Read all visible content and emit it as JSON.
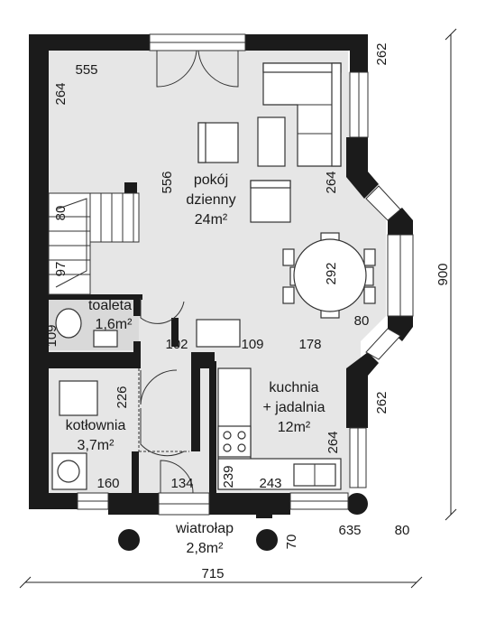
{
  "rooms": {
    "living": {
      "name_line1": "pokój",
      "name_line2": "dzienny",
      "area": "24m²"
    },
    "toilet": {
      "name": "toaleta",
      "area": "1,6m²"
    },
    "boiler": {
      "name": "kotłownia",
      "area": "3,7m²"
    },
    "kitchen": {
      "name_line1": "kuchnia",
      "name_line2": "+ jadalnia",
      "area": "12m²"
    },
    "vestibule": {
      "name": "wiatrołap",
      "area": "2,8m²"
    }
  },
  "dimensions": {
    "d555": "555",
    "d262_top": "262",
    "d264_left": "264",
    "d556": "556",
    "d264_bay_top": "264",
    "d80_stairs": "80",
    "d97": "97",
    "d292": "292",
    "d80_bay": "80",
    "d109_toilet": "109",
    "d102": "102",
    "d109_mid": "109",
    "d178": "178",
    "d226": "226",
    "d262_right": "262",
    "d264_kitchen": "264",
    "d160": "160",
    "d134": "134",
    "d239": "239",
    "d243": "243",
    "d635": "635",
    "d80_bottom": "80",
    "d70": "70",
    "d715": "715",
    "d900": "900"
  },
  "colors": {
    "wall": "#1b1b1b",
    "floor": "#e6e6e6",
    "toilet_floor": "#d9d9d9",
    "background": "#ffffff"
  }
}
